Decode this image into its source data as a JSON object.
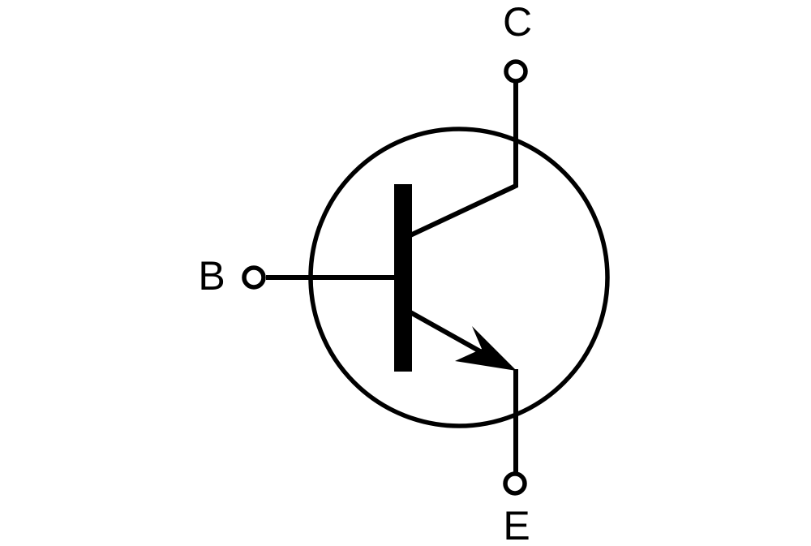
{
  "diagram": {
    "symbol": "npn-transistor-schematic-symbol",
    "terminals": [
      {
        "id": "collector",
        "label": "C"
      },
      {
        "id": "base",
        "label": "B"
      },
      {
        "id": "emitter",
        "label": "E"
      }
    ],
    "colors": {
      "line": "#000000",
      "fill": "#000000",
      "background": "#ffffff"
    }
  }
}
